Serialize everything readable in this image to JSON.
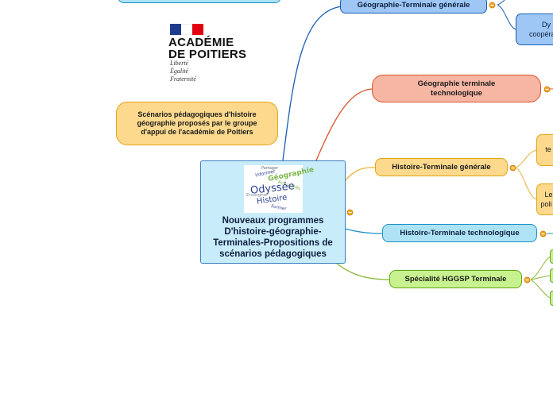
{
  "central": {
    "title": "Nouveaux programmes D'histoire-géographie- Terminales-Propositions de scénarios pédagogiques",
    "wordcloud": [
      "Partager",
      "informer",
      "Géographie",
      "Actualités",
      "Odyssée",
      "Enseigner",
      "Histoire",
      "Former"
    ]
  },
  "logo": {
    "line1": "ACADÉMIE",
    "line2": "DE POITIERS",
    "motto": [
      "Liberté",
      "Égalité",
      "Fraternité"
    ]
  },
  "note": "Scénarios pédagogiques d'histoire géographie proposés par le groupe d'appui de l'académie de Poitiers",
  "branches": [
    {
      "label": "Géographie-Terminale générale",
      "color": "#9ec7f5",
      "border": "#1a5db5",
      "line": "#1a5db5"
    },
    {
      "label": "Géographie terminale technologique",
      "color": "#f7b6a4",
      "border": "#d9542b",
      "line": "#d9542b"
    },
    {
      "label": "Histoire-Terminale générale",
      "color": "#fcd98d",
      "border": "#e3a414",
      "line": "#e8b33a"
    },
    {
      "label": "Histoire-Terminale technologique",
      "color": "#aee3f5",
      "border": "#1b8fc4",
      "line": "#1b8fc4"
    },
    {
      "label": "Spécialité HGGSP Terminale",
      "color": "#c8f28f",
      "border": "#5ea814",
      "line": "#8ab83a"
    }
  ],
  "subnodes": {
    "geo_gen_child": [
      "Dy",
      "coopéra"
    ],
    "hist_gen_child1": "te",
    "hist_gen_child2": [
      "Le",
      "poli"
    ]
  },
  "colors": {
    "central_bg": "#c9ecfb",
    "central_border": "#3a7fbf",
    "note_bg": "#fcd98d"
  }
}
